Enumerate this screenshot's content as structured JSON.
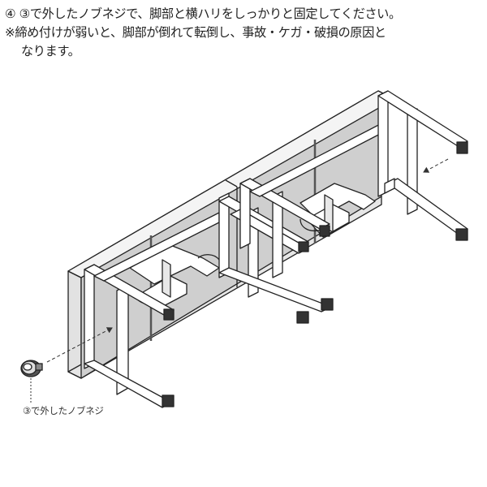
{
  "instructions": {
    "line1": "④ ③で外したノブネジで、脚部と横ハリをしっかりと固定してください。",
    "line2": "※締め付けが弱いと、脚部が倒れて転倒し、事故・ケガ・破損の原因と",
    "line3": "なります。"
  },
  "callout": {
    "label": "③で外したノブネジ"
  },
  "colors": {
    "line": "#222222",
    "panel_shade": "#cfcfcf",
    "panel_side": "#e2e2e2",
    "foot": "#333333"
  }
}
